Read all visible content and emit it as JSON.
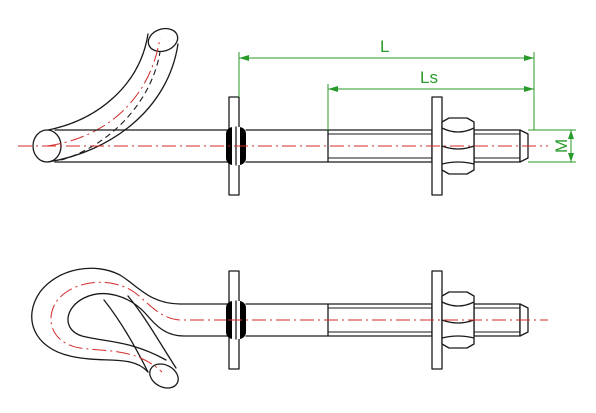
{
  "colors": {
    "outline": "#1a1a1a",
    "centerline": "#d42a2a",
    "dimension": "#2a9a2a",
    "seal": "#000000"
  },
  "dimensions": {
    "total_length_label": "L",
    "thread_length_label": "Ls",
    "diameter_label": "M"
  }
}
